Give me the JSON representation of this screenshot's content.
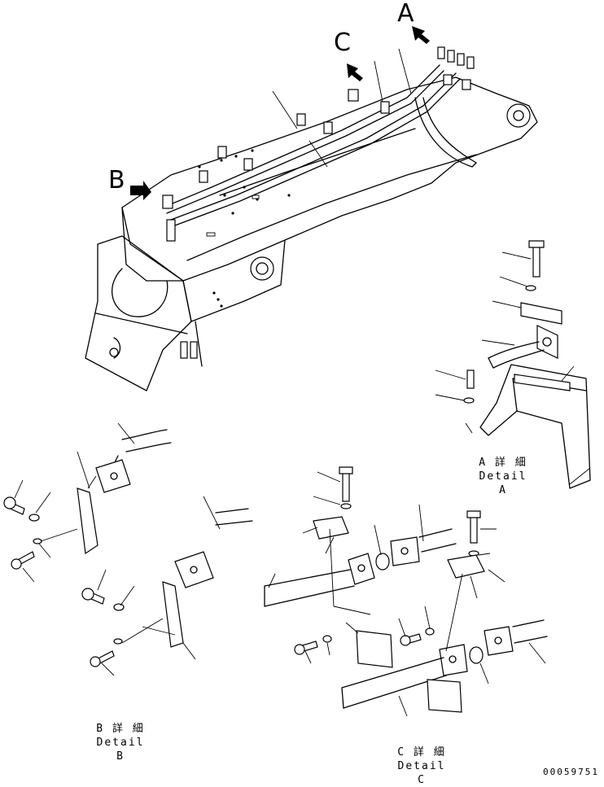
{
  "callouts": {
    "a": "A",
    "b": "B",
    "c": "C"
  },
  "details": {
    "a": {
      "jp": "A 詳 細",
      "en": "Detail A"
    },
    "b": {
      "jp": "B 詳 細",
      "en": "Detail B"
    },
    "c": {
      "jp": "C 詳 細",
      "en": "Detail C"
    }
  },
  "doc_number": "00059751"
}
